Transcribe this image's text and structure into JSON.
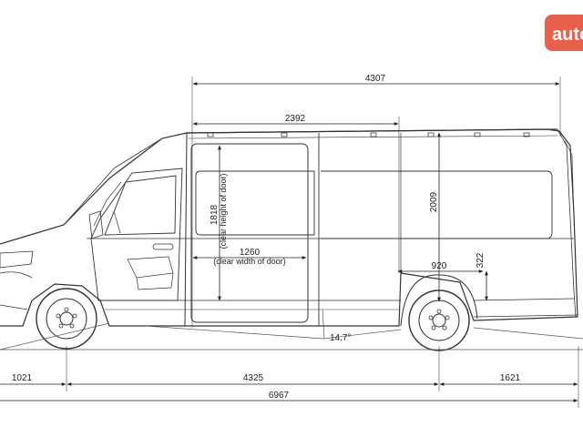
{
  "logo": {
    "text": "auto",
    "color": "#e8604c"
  },
  "dimensions": {
    "overall_load_length": "4307",
    "side_door_to_partition": "2392",
    "interior_height": "2009",
    "door_clear_height": "1818",
    "door_clear_height_note": "(clear height of door)",
    "door_clear_width": "1260",
    "door_clear_width_note": "(clear width of door)",
    "rear_arch_width": "920",
    "rear_arch_height": "322",
    "ramp_angle": "14.7°",
    "front_overhang": "1021",
    "wheelbase": "4325",
    "rear_overhang": "1621",
    "overall_length": "6967"
  }
}
